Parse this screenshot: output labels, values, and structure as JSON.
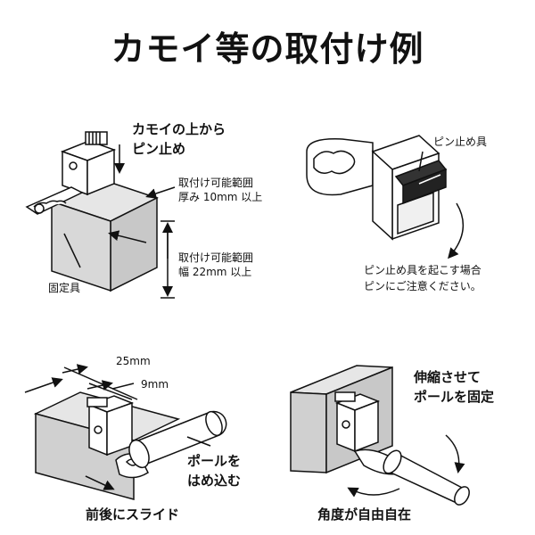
{
  "title": "カモイ等の取付け例",
  "panel1": {
    "pin_label_line1": "カモイの上から",
    "pin_label_line2": "ピン止め",
    "thickness_line1": "取付け可能範囲",
    "thickness_line2": "厚み 10mm 以上",
    "width_line1": "取付け可能範囲",
    "width_line2": "幅 22mm 以上",
    "fixture_label": "固定具"
  },
  "panel2": {
    "pin_tool_label": "ピン止め具",
    "caution_line1": "ピン止め具を起こす場合",
    "caution_line2": "ピンにご注意ください。"
  },
  "panel3": {
    "dim_25": "25mm",
    "dim_9": "9mm",
    "pole_line1": "ポールを",
    "pole_line2": "はめ込む",
    "slide_label": "前後にスライド"
  },
  "panel4": {
    "extend_line1": "伸縮させて",
    "extend_line2": "ポールを固定",
    "angle_label": "角度が自由自在"
  }
}
